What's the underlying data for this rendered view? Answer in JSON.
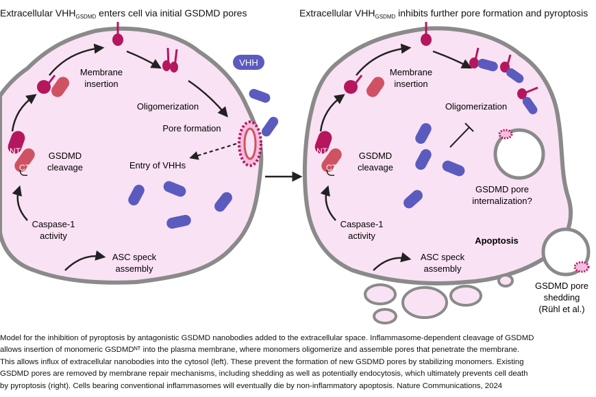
{
  "left_panel": {
    "title_pre": "Extracellular VHH",
    "title_sub": "GSDMD",
    "title_post": " enters cell via initial GSDMD pores",
    "membrane_insertion_1": "Membrane",
    "membrane_insertion_2": "insertion",
    "oligomerization": "Oligomerization",
    "pore_formation": "Pore formation",
    "entry_of_vhhs": "Entry of VHHs",
    "vhh_badge": "VHH",
    "nt": "NT",
    "ct": "CT",
    "gsdmd_cleavage_1": "GSDMD",
    "gsdmd_cleavage_2": "cleavage",
    "caspase_1": "Caspase-1",
    "caspase_2": "activity",
    "asc_1": "ASC speck",
    "asc_2": "assembly"
  },
  "right_panel": {
    "title_pre": "Extracellular VHH",
    "title_sub": "GSDMD",
    "title_post": " inhibits further pore formation and pyroptosis",
    "membrane_insertion_1": "Membrane",
    "membrane_insertion_2": "insertion",
    "oligomerization": "Oligomerization",
    "nt": "NT",
    "ct": "CT",
    "gsdmd_cleavage_1": "GSDMD",
    "gsdmd_cleavage_2": "cleavage",
    "internalization_1": "GSDMD pore",
    "internalization_2": "internalization?",
    "caspase_1": "Caspase-1",
    "caspase_2": "activity",
    "apoptosis": "Apoptosis",
    "asc_1": "ASC speck",
    "asc_2": "assembly",
    "shedding_1": "GSDMD pore",
    "shedding_2": "shedding",
    "shedding_3": "(Rühl et al.)"
  },
  "caption_lines": [
    "Model for the inhibition of pyroptosis by antagonistic GSDMD nanobodies added to the extracellular space. Inflammasome-dependent cleavage of GSDMD",
    "allows insertion of monomeric GSDMDᴺᵀ into the plasma membrane, where monomers oligomerize and assemble pores that penetrate the membrane.",
    "This allows influx of extracellular nanobodies into the cytosol (left). These prevent the formation of new GSDMD pores by stabilizing monomers. Existing",
    "GSDMD pores are removed by membrane repair mechanisms, including shedding as well as potentially endocytosis, which ultimately prevents cell death",
    "by pyroptosis (right). Cells bearing conventional inflammasomes will eventually die by non-inflammatory apoptosis. Nature Communications, 2024"
  ],
  "colors": {
    "cell_fill": "#f9e2f3",
    "membrane": "#888888",
    "gsdmd_magenta": "#b5165e",
    "gsdmd_red": "#cf5263",
    "vhh_blue": "#5b5bbf",
    "arrow": "#222222"
  }
}
